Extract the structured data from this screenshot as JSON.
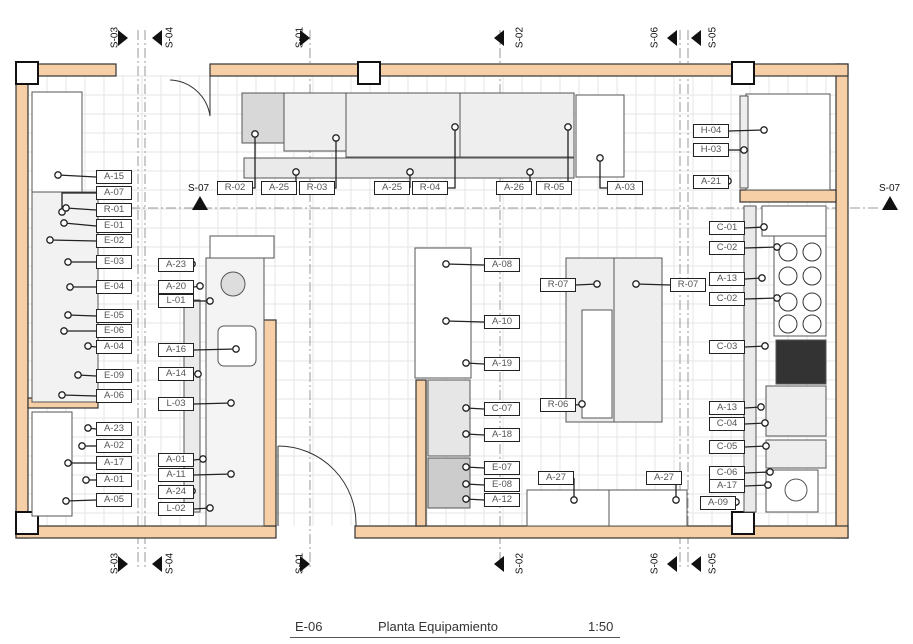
{
  "drawing": {
    "code": "E-06",
    "name": "Planta Equipamiento",
    "scale": "1:50"
  },
  "sections": {
    "top": [
      "S-03",
      "S-04",
      "S-01",
      "S-02",
      "S-06",
      "S-05"
    ],
    "bottom": [
      "S-03",
      "S-04",
      "S-01",
      "S-02",
      "S-06",
      "S-05"
    ],
    "side_left": "S-07",
    "side_right": "S-07"
  },
  "tags": {
    "top_row": [
      "R-02",
      "A-25",
      "R-03",
      "A-25",
      "R-04",
      "A-26",
      "R-05",
      "A-03"
    ],
    "left_col": [
      "A-15",
      "A-07",
      "R-01",
      "E-01",
      "E-02",
      "E-03",
      "E-04",
      "E-05",
      "E-06",
      "A-04",
      "E-09",
      "A-06",
      "A-23",
      "A-02",
      "A-17",
      "A-01",
      "A-05"
    ],
    "mid_left": [
      "A-23",
      "A-20",
      "L-01",
      "A-16",
      "A-14",
      "L-03",
      "A-01",
      "A-11",
      "A-24",
      "L-02"
    ],
    "center": [
      "A-08",
      "A-10",
      "A-19",
      "C-07",
      "A-18",
      "E-07",
      "E-08",
      "A-12",
      "R-07",
      "R-07",
      "R-06",
      "A-27",
      "A-27"
    ],
    "right_col": [
      "H-04",
      "H-03",
      "A-21",
      "C-01",
      "C-02",
      "A-13",
      "C-02",
      "C-03",
      "A-13",
      "C-04",
      "C-05",
      "C-06",
      "A-17",
      "A-09"
    ]
  },
  "colors": {
    "wall": "#f6cfa6",
    "equipment": "#ececec",
    "grid": "#e4e4e4"
  }
}
